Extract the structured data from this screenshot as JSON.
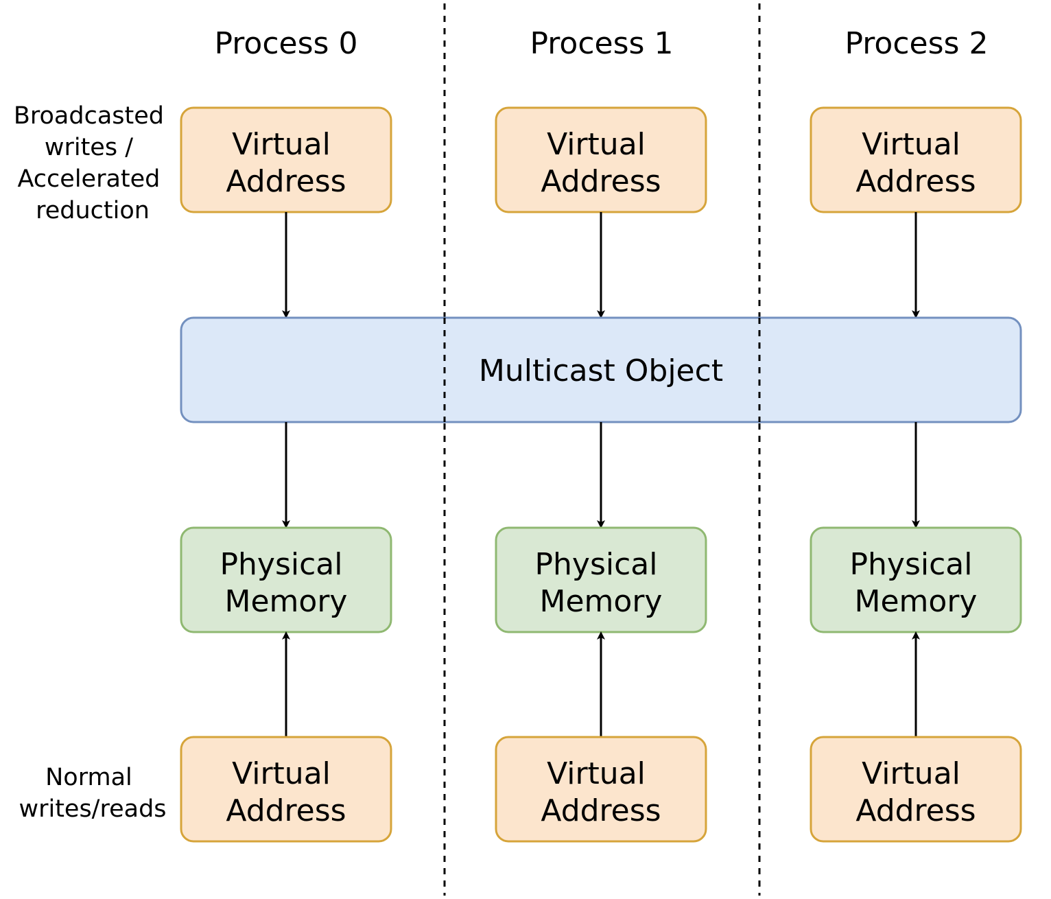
{
  "headers": [
    {
      "label": "Process 0"
    },
    {
      "label": "Process 1"
    },
    {
      "label": "Process 2"
    }
  ],
  "side_labels": {
    "top": [
      "Broadcasted",
      "writes /",
      "Accelerated",
      "reduction"
    ],
    "bottom": [
      "Normal",
      "writes/reads"
    ]
  },
  "multicast": {
    "label": "Multicast Object"
  },
  "virtual_address_label": [
    "Virtual",
    "Address"
  ],
  "physical_memory_label": [
    "Physical",
    "Memory"
  ],
  "colors": {
    "virtual_fill": "#fce5cd",
    "virtual_stroke": "#d6a43a",
    "physical_fill": "#d9e8d3",
    "physical_stroke": "#8fb871",
    "multicast_fill": "#dce8f8",
    "multicast_stroke": "#7390bf",
    "line": "#000000"
  }
}
